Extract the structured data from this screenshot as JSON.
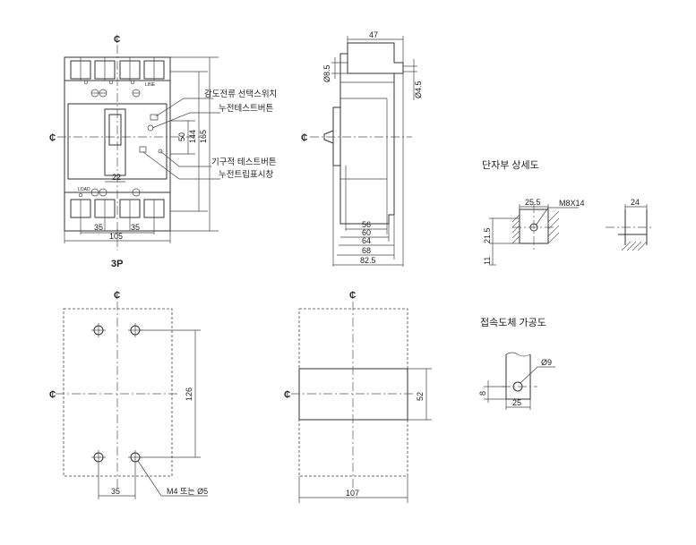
{
  "model": "3P",
  "callouts": {
    "sensitivity_switch": "감도전류 선택스위치",
    "leak_test_button": "누전테스트버튼",
    "fixture_test_button": "기구적 테스트버튼",
    "trip_indicator": "누전트립표시창"
  },
  "terminal_labels": {
    "line": "LINE",
    "load": "LOAD"
  },
  "front_dims": {
    "d50": "50",
    "d144": "144",
    "d165": "165",
    "d22": "22",
    "d35a": "35",
    "d35b": "35",
    "d105": "105"
  },
  "side_dims": {
    "d47": "47",
    "phi85": "Ø8.5",
    "phi45": "Ø4.5",
    "d56": "56",
    "d60": "60",
    "d64": "64",
    "d68": "68",
    "d825": "82.5"
  },
  "terminal_detail": {
    "title": "단자부 상세도",
    "d255": "25.5",
    "screw": "M8X14",
    "d215": "21.5",
    "d11": "11",
    "d24": "24"
  },
  "conductor_detail": {
    "title": "접속도체 가공도",
    "phi9": "Ø9",
    "d8": "8",
    "d25": "25"
  },
  "mount_dims": {
    "d126": "126",
    "d35": "35",
    "hole_note": "M4 또는 Ø5"
  },
  "panel_dims": {
    "d52": "52",
    "d107": "107"
  },
  "centerline_symbol": "₵"
}
